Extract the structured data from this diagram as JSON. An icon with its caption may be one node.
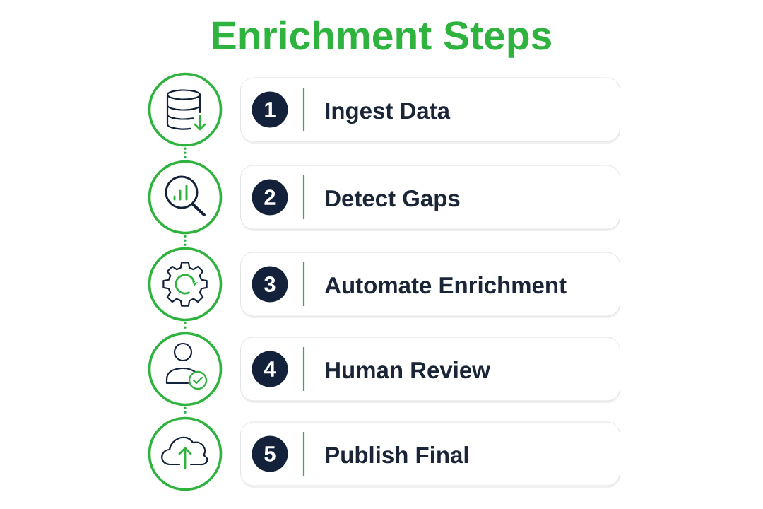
{
  "diagram": {
    "title": "Enrichment Steps",
    "nodes": [
      {
        "text": [],
        "shape": "circle"
      },
      {
        "text": [
          "Ingest Data"
        ]
      },
      {
        "text": [
          "1"
        ],
        "in": 1
      },
      {
        "text": [],
        "shape": "circle"
      },
      {
        "text": [
          "Detect Gaps"
        ]
      },
      {
        "text": [
          "2"
        ],
        "in": 4
      },
      {
        "text": [],
        "shape": "circle"
      },
      {
        "text": [
          "Automate Enrichment"
        ]
      },
      {
        "text": [
          "3"
        ],
        "in": 7
      },
      {
        "text": [],
        "shape": "circle"
      },
      {
        "text": [
          "Human Review"
        ]
      },
      {
        "text": [
          "4"
        ],
        "in": 10
      },
      {
        "text": [],
        "shape": "circle"
      },
      {
        "text": [
          "Publish Final"
        ]
      },
      {
        "text": [
          "5"
        ],
        "in": 13
      }
    ],
    "edges": [
      {
        "from": 0,
        "to": 3,
        "arrow": "none",
        "style": "dashed"
      },
      {
        "from": 3,
        "to": 6,
        "arrow": "none",
        "style": "dashed"
      },
      {
        "from": 6,
        "to": 9,
        "arrow": "none",
        "style": "dashed"
      },
      {
        "from": 9,
        "to": 12,
        "arrow": "none",
        "style": "dashed"
      }
    ]
  }
}
